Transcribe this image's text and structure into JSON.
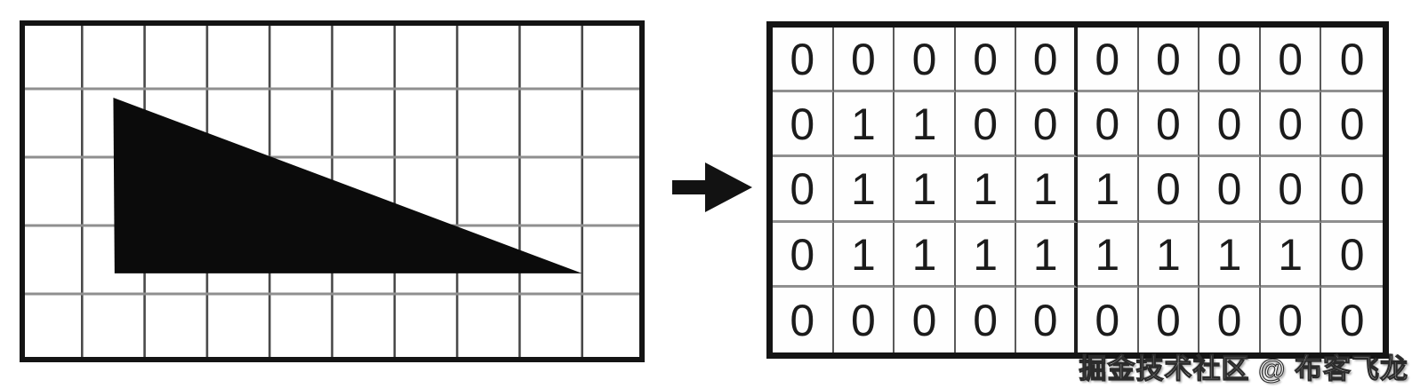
{
  "diagram": {
    "left_panel": {
      "grid": {
        "cols": 10,
        "rows": 5
      },
      "triangle_vertices_grid_units": [
        [
          1.5,
          1.13
        ],
        [
          1.52,
          3.7
        ],
        [
          9.0,
          3.7
        ]
      ],
      "shape_color": "#0b0b0b"
    },
    "arrow": {
      "icon": "right-arrow-icon",
      "color": "#121212"
    },
    "matrix": {
      "cols": 10,
      "rows": 5,
      "values": [
        [
          "0",
          "0",
          "0",
          "0",
          "0",
          "0",
          "0",
          "0",
          "0",
          "0"
        ],
        [
          "0",
          "1",
          "1",
          "0",
          "0",
          "0",
          "0",
          "0",
          "0",
          "0"
        ],
        [
          "0",
          "1",
          "1",
          "1",
          "1",
          "1",
          "0",
          "0",
          "0",
          "0"
        ],
        [
          "0",
          "1",
          "1",
          "1",
          "1",
          "1",
          "1",
          "1",
          "1",
          "0"
        ],
        [
          "0",
          "0",
          "0",
          "0",
          "0",
          "0",
          "0",
          "0",
          "0",
          "0"
        ]
      ],
      "thick_divider_after_col": 5
    },
    "watermark": "掘金技术社区 @ 布客飞龙",
    "colors": {
      "background": "#ffffff",
      "outer_border": "#141414",
      "vertical_line": "#4a4a4a",
      "horizontal_line": "#8f8f8f"
    }
  }
}
